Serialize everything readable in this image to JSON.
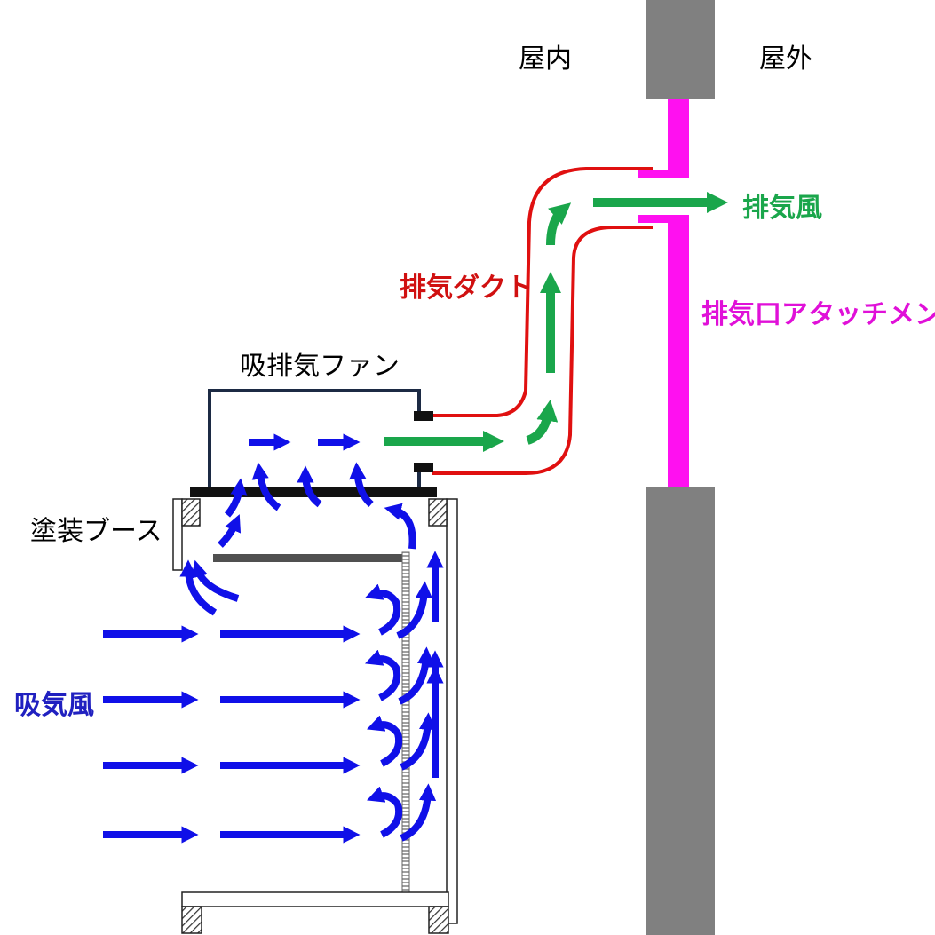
{
  "labels": {
    "indoor": "屋内",
    "outdoor": "屋外",
    "exhaust_wind": "排気風",
    "exhaust_duct": "排気ダクト",
    "exhaust_attachment": "排気口アタッチメント",
    "fan": "吸排気ファン",
    "booth": "塗装ブース",
    "intake_wind": "吸気風"
  },
  "colors": {
    "intake_arrow": "#1010e8",
    "exhaust_arrow": "#1aa64b",
    "duct": "#e01010",
    "attachment": "#ff10f0",
    "wall": "#808080",
    "fan_frame": "#1c2a44",
    "label_exhaust_wind": "#1aa64b",
    "label_duct": "#d01010",
    "label_attachment": "#e010d8",
    "label_intake": "#2020c0",
    "label_default": "#000000"
  },
  "icons": {
    "intake_arrow": "right-arrow-icon",
    "exhaust_arrow": "right-arrow-icon",
    "swirl_arrow": "curved-arrow-icon"
  }
}
